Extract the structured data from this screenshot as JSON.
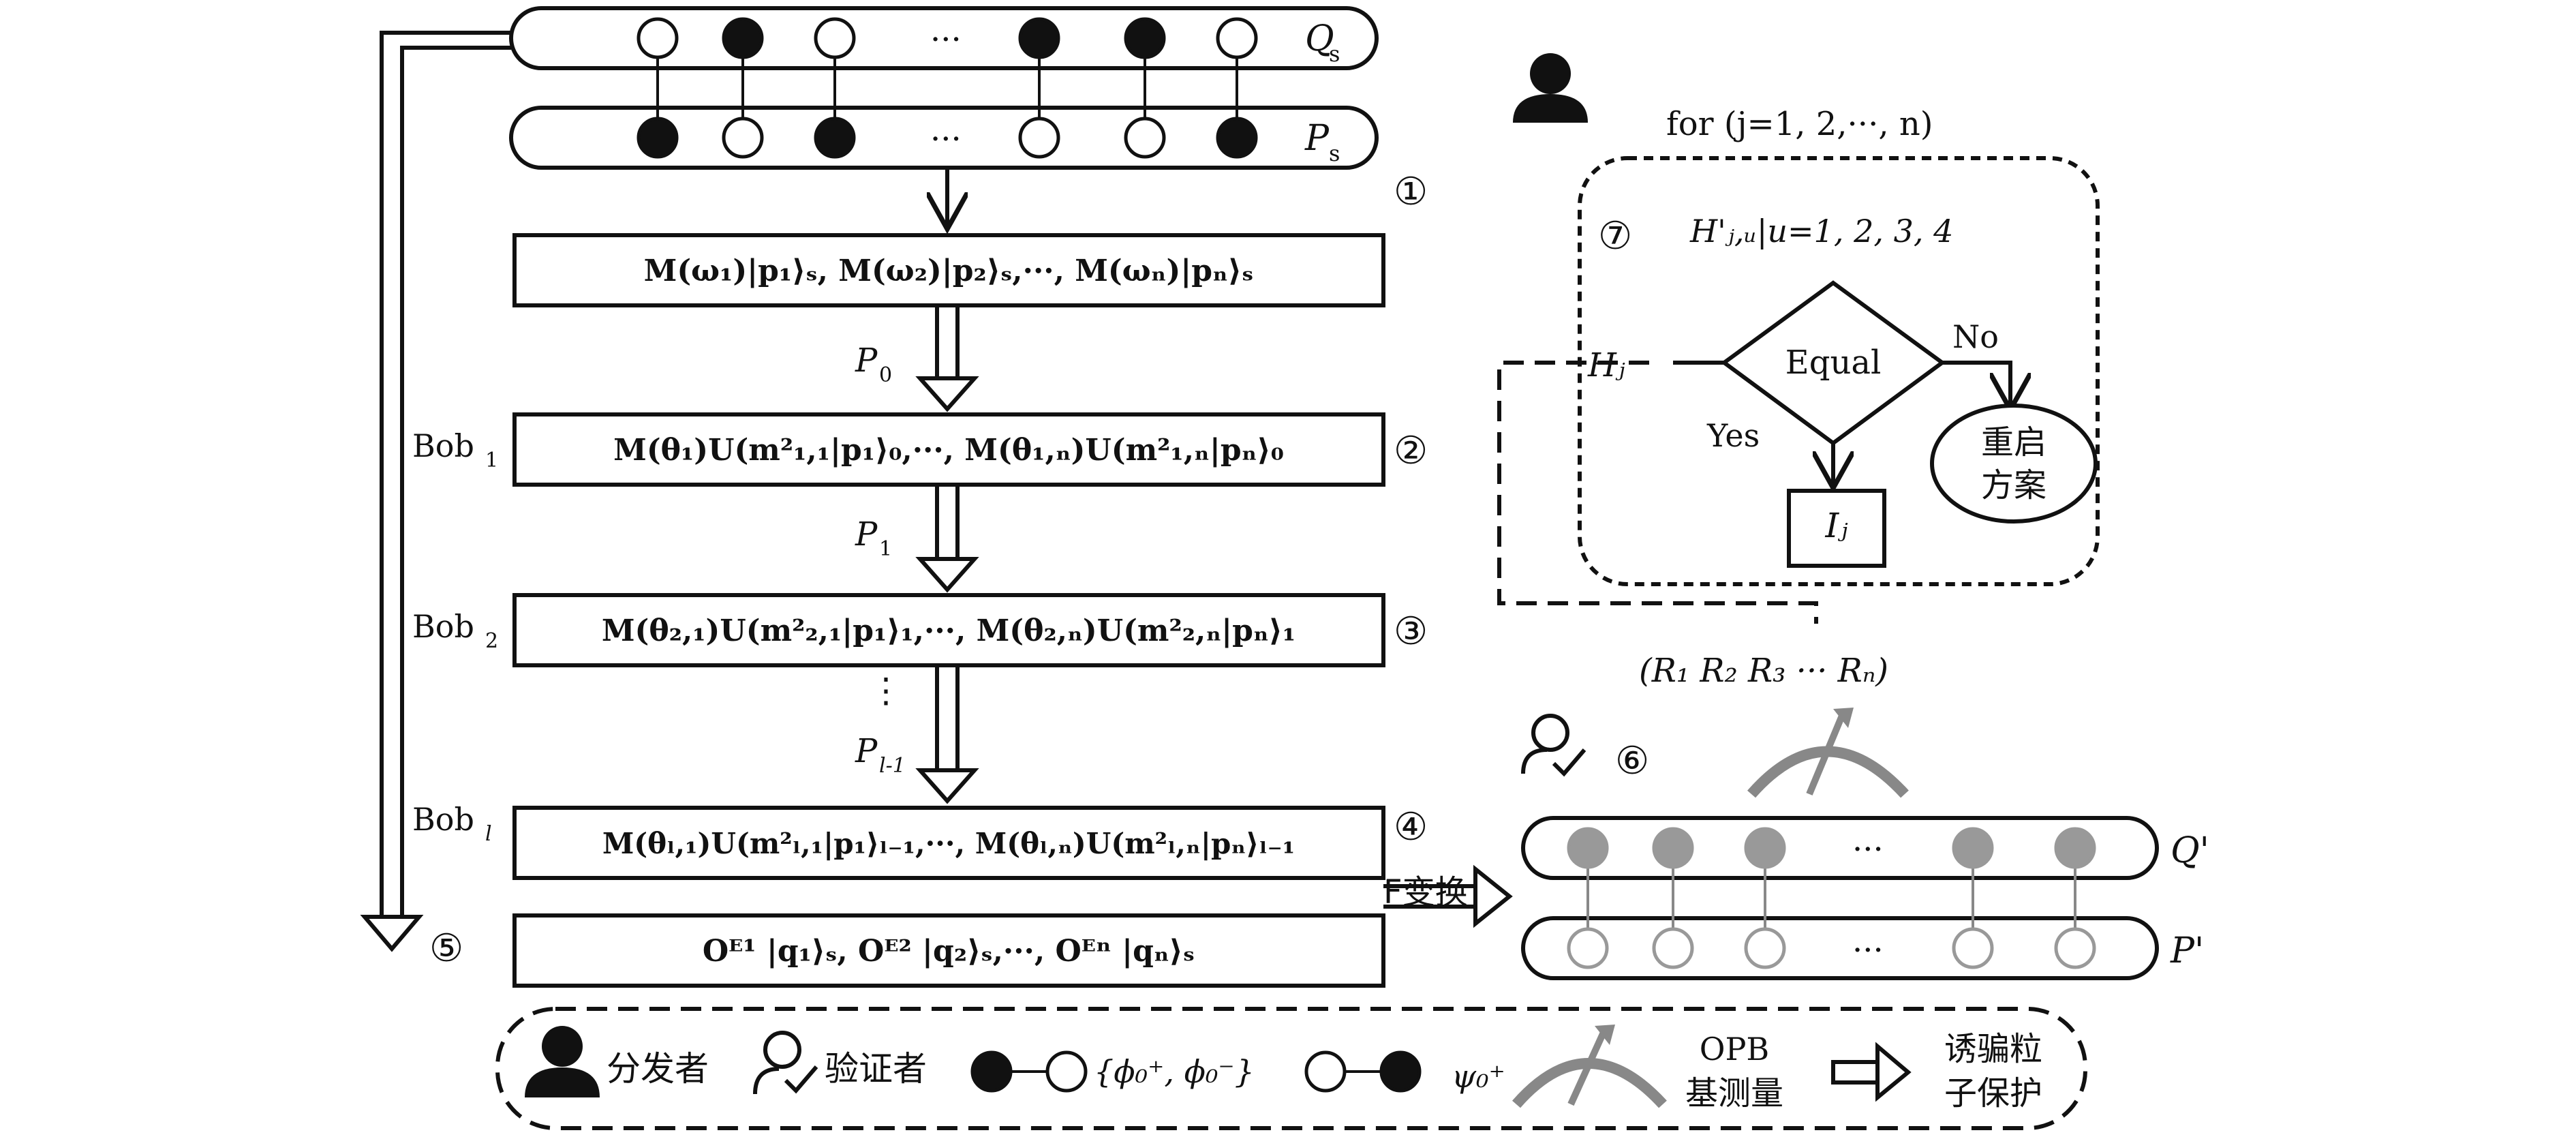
{
  "top": {
    "qs_label": "Q",
    "qs_sub": "s",
    "ps_label": "P",
    "ps_sub": "s",
    "dots": "···"
  },
  "steps": {
    "s1": "①",
    "s2": "②",
    "s3": "③",
    "s4": "④",
    "s5": "⑤",
    "s6": "⑥",
    "s7": "⑦"
  },
  "boxes": {
    "b1": "M(ω₁)|p₁⟩ₛ, M(ω₂)|p₂⟩ₛ,···, M(ωₙ)|pₙ⟩ₛ",
    "b2": "M(θ₁)U(m²₁,₁|p₁⟩₀,···, M(θ₁,ₙ)U(m²₁,ₙ|pₙ⟩₀",
    "b3": "M(θ₂,₁)U(m²₂,₁|p₁⟩₁,···, M(θ₂,ₙ)U(m²₂,ₙ|pₙ⟩₁",
    "b4": "M(θₗ,₁)U(m²ₗ,₁|p₁⟩ₗ₋₁,···, M(θₗ,ₙ)U(m²ₗ,ₙ|pₙ⟩ₗ₋₁",
    "b5": "Oᴱ¹ |q₁⟩ₛ, Oᴱ² |q₂⟩ₛ,···, Oᴱⁿ |qₙ⟩ₛ"
  },
  "arrows": {
    "p0": "P",
    "p0_sub": "0",
    "p1": "P",
    "p1_sub": "1",
    "pl1": "P",
    "pl1_sub": "l-1",
    "vdots": "⋮"
  },
  "bobs": {
    "bob1": "Bob",
    "bob1_sub": "1",
    "bob2": "Bob",
    "bob2_sub": "2",
    "bobl": "Bob",
    "bobl_sub": "l"
  },
  "right": {
    "for_loop": "for (j=1, 2,···, n)",
    "h_ju": "H'ⱼ,ᵤ|u=1, 2, 3, 4",
    "hj": "Hⱼ",
    "equal": "Equal",
    "no": "No",
    "yes": "Yes",
    "ij": "Iⱼ",
    "restart_line1": "重启",
    "restart_line2": "方案",
    "r_seq": "(R₁ R₂ R₃ ··· Rₙ)",
    "q_prime": "Q'",
    "p_prime": "P'",
    "f_transform": "F变换",
    "dots": "···"
  },
  "legend": {
    "distributor": "分发者",
    "verifier": "验证者",
    "phi_pair": "{ϕ₀⁺, ϕ₀⁻}",
    "psi": "ψ₀⁺",
    "opb_line1": "OPB",
    "opb_line2": "基测量",
    "decoy_line1": "诱骗粒",
    "decoy_line2": "子保护"
  }
}
